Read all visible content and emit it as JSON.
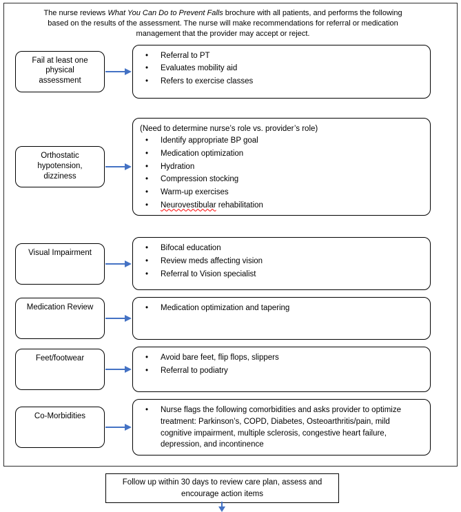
{
  "glyphs": {
    "bullet": "•"
  },
  "colors": {
    "arrow": "#4472C4",
    "squiggle": "#FF0000",
    "border": "#000000"
  },
  "header": {
    "part1": "The nurse reviews ",
    "italic": "What You Can Do to Prevent Falls",
    "part3": " brochure with all patients, and performs the following\nbased on the results of the assessment. The nurse will make recommendations for referral or medication\nmanagement that the provider may accept or reject."
  },
  "rows": [
    {
      "label": "Fail at least one\nphysical\nassessment",
      "bullets": [
        "Referral to PT",
        "Evaluates mobility aid",
        "Refers to exercise classes"
      ]
    },
    {
      "label": "Orthostatic\nhypotension,\ndizziness",
      "note": "(Need to determine nurse’s role vs. provider’s role)",
      "bullets": [
        "Identify appropriate BP goal",
        "Medication optimization",
        "Hydration",
        "Compression stocking",
        "Warm-up exercises"
      ],
      "last_bullet": {
        "word": "Neurovestibular",
        "rest": " rehabilitation"
      }
    },
    {
      "label": "Visual Impairment",
      "bullets": [
        "Bifocal education",
        "Review meds affecting vision",
        "Referral to Vision specialist"
      ]
    },
    {
      "label": "Medication Review",
      "bullets": [
        "Medication optimization and tapering"
      ]
    },
    {
      "label": "Feet/footwear",
      "bullets": [
        "Avoid bare feet, flip flops, slippers",
        "Referral to podiatry"
      ]
    },
    {
      "label": "Co-Morbidities",
      "bullets": [
        "Nurse flags the following comorbidities and asks provider to optimize treatment: Parkinson’s, COPD, Diabetes, Osteoarthritis/pain, mild cognitive impairment, multiple sclerosis, congestive heart failure, depression, and incontinence"
      ]
    }
  ],
  "footer": {
    "text": "Follow up within 30 days to review care plan, assess and\nencourage action items"
  }
}
